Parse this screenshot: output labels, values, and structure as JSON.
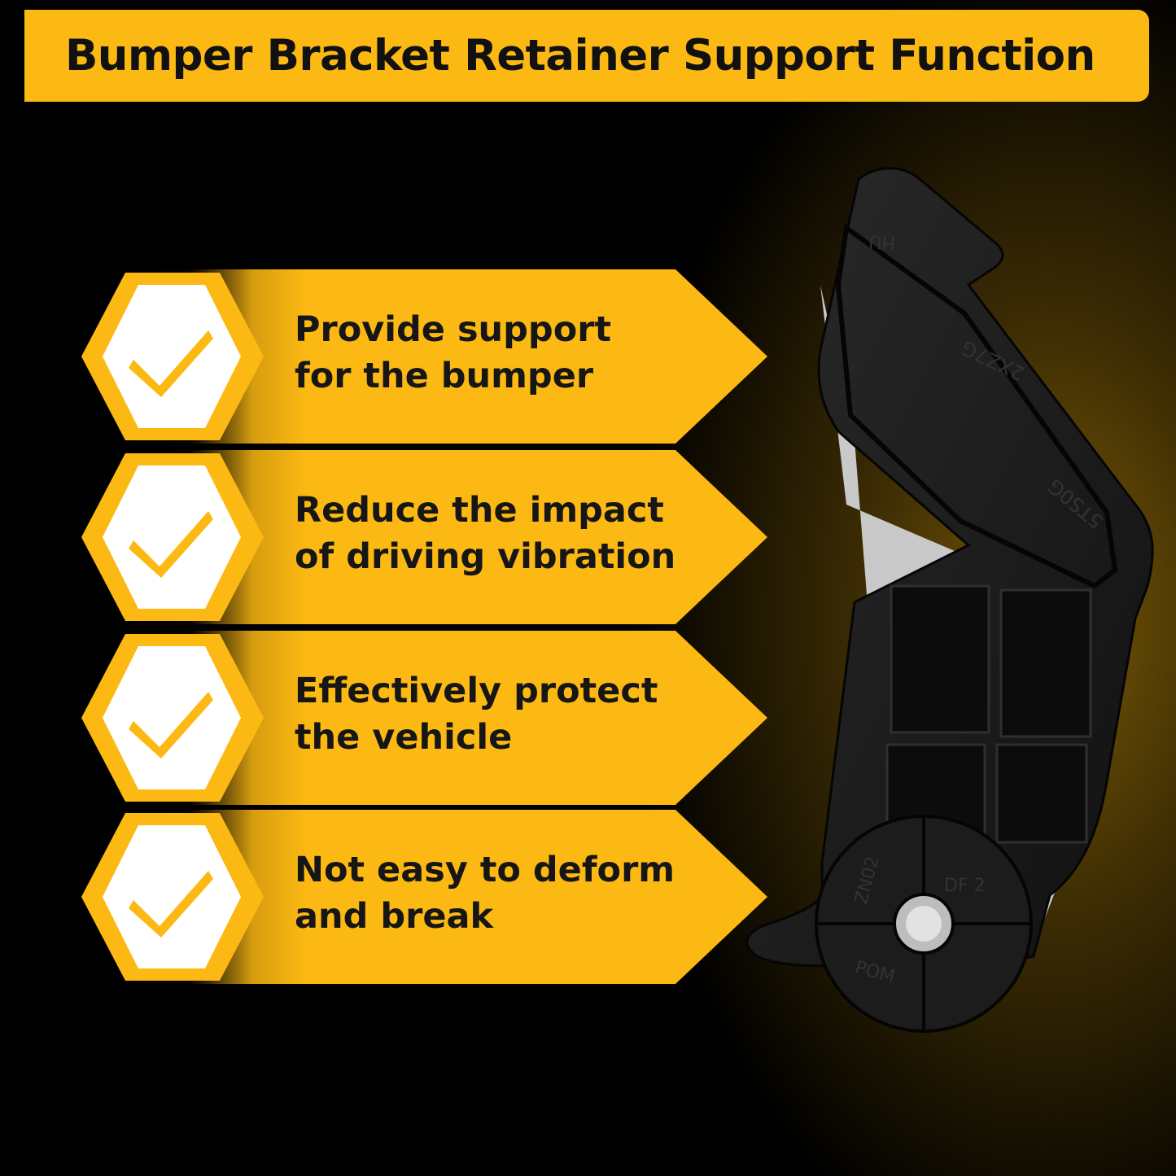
{
  "header": {
    "title": "Bumper Bracket Retainer Support Function"
  },
  "colors": {
    "accent": "#fdb913",
    "dark": "#000000",
    "text": "#161616"
  },
  "features": [
    {
      "icon": "check-icon",
      "line1": "Provide support",
      "line2": "for the bumper"
    },
    {
      "icon": "check-icon",
      "line1": "Reduce the impact",
      "line2": "of driving vibration"
    },
    {
      "icon": "check-icon",
      "line1": "Effectively protect",
      "line2": "the vehicle"
    },
    {
      "icon": "check-icon",
      "line1": "Not easy to deform",
      "line2": "and break"
    }
  ],
  "product": {
    "name": "bumper-bracket-retainer",
    "markings": [
      "HU",
      "2XZ7G",
      "5TS0G",
      "ZN02",
      "DF 2",
      "POM"
    ]
  }
}
